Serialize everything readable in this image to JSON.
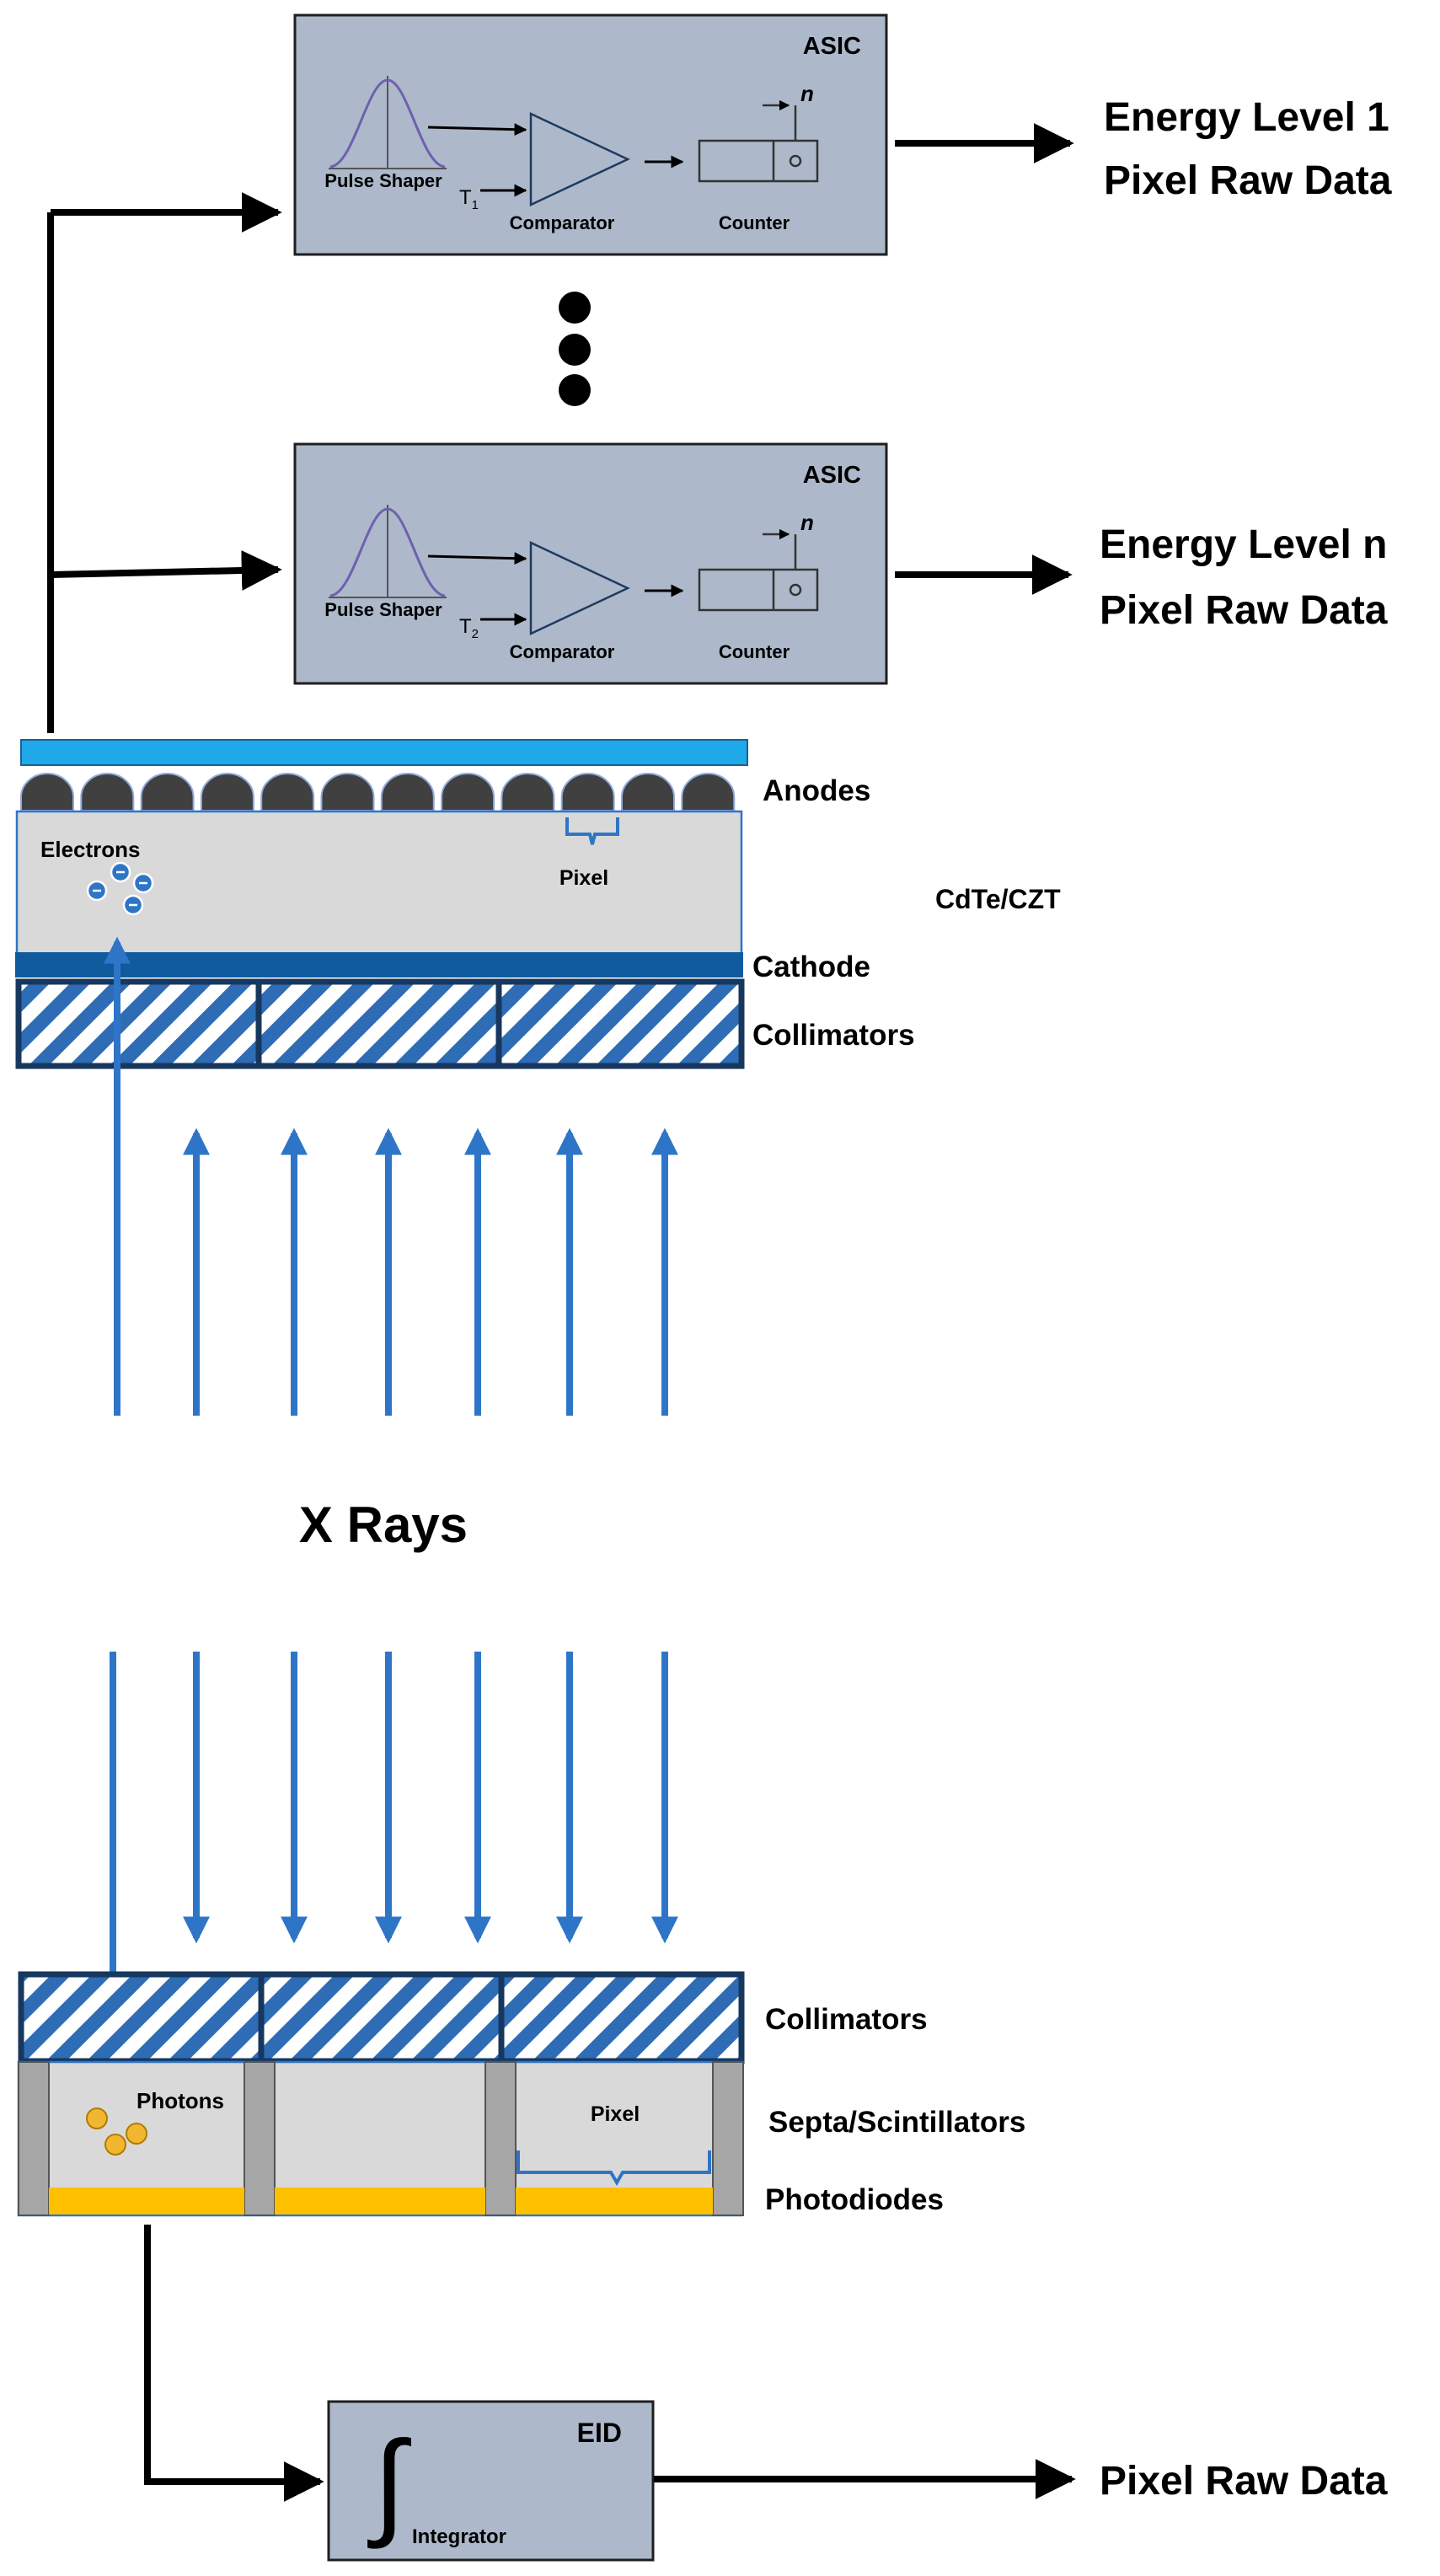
{
  "asic_top": {
    "title": "ASIC",
    "pulse_shaper": "Pulse Shaper",
    "threshold": "T",
    "threshold_sub": "1",
    "comparator": "Comparator",
    "counter": "Counter",
    "counter_out": "n",
    "output_line1": "Energy Level 1",
    "output_line2": "Pixel Raw Data"
  },
  "asic_bottom": {
    "title": "ASIC",
    "pulse_shaper": "Pulse Shaper",
    "threshold": "T",
    "threshold_sub": "2",
    "comparator": "Comparator",
    "counter": "Counter",
    "counter_out": "n",
    "output_line1": "Energy Level n",
    "output_line2": "Pixel Raw Data"
  },
  "pcd": {
    "anodes": "Anodes",
    "material": "CdTe/CZT",
    "electrons": "Electrons",
    "pixel": "Pixel",
    "cathode": "Cathode",
    "collimators": "Collimators"
  },
  "xrays_label": "X Rays",
  "eid": {
    "collimators": "Collimators",
    "septa": "Septa/Scintillators",
    "photodiodes": "Photodiodes",
    "photons": "Photons",
    "pixel": "Pixel",
    "title": "EID",
    "integrator": "Integrator",
    "integral_symbol": "∫",
    "output": "Pixel Raw Data"
  },
  "colors": {
    "asic_fill": "#adb9ca",
    "arrow_blue": "#2e75c8",
    "detector_gray": "#d9d9d9",
    "anode_dark": "#404040",
    "top_bar": "#1fa9e8",
    "cathode": "#0f5b9e",
    "collimator_blue": "#2e6cb5",
    "photodiode_yellow": "#ffc000",
    "septa_gray": "#a6a6a6",
    "photon_yellow": "#f2b731"
  }
}
